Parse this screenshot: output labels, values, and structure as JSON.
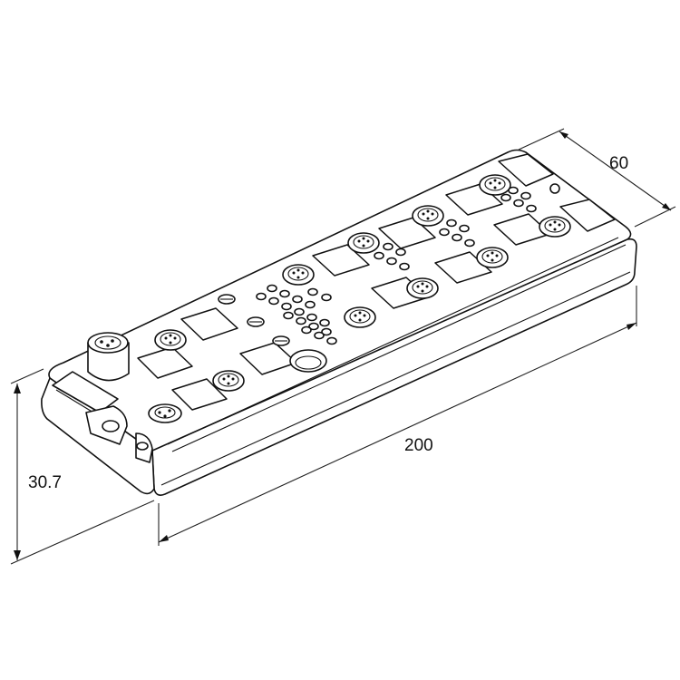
{
  "dimensions": {
    "width": "60",
    "length": "200",
    "height": "30.7"
  },
  "colors": {
    "line": "#111111",
    "background": "#ffffff"
  }
}
